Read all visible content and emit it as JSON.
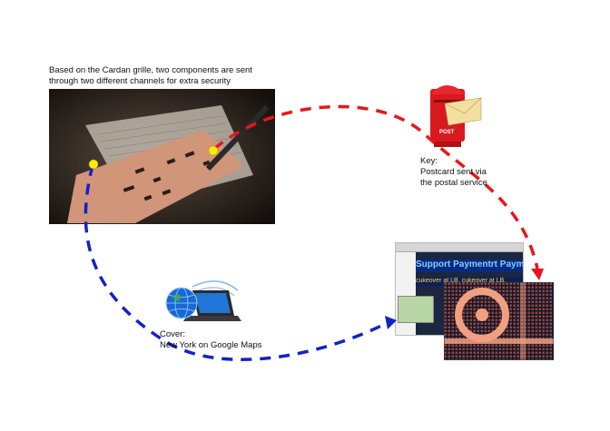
{
  "caption": {
    "line1": "Based on the Cardan grille, two components are sent",
    "line2": "through two different channels for extra security"
  },
  "key": {
    "line1": "Key:",
    "line2": "Postcard sent via",
    "line3": "the postal service"
  },
  "cover": {
    "line1": "Cover:",
    "line2": "New York on Google Maps"
  },
  "postbox_label": "POST",
  "browser": {
    "ticker_text": "Support Paymentrt Paymentrt Payments",
    "ticker2_text": "cukeover at LB, cukeover at LB,"
  },
  "icons": {
    "postbox": "red-postbox-icon",
    "network": "laptop-globe-network-icon"
  },
  "colors": {
    "key_channel": "#e8161b",
    "cover_channel": "#1521c9",
    "marker": "#ffee00"
  }
}
